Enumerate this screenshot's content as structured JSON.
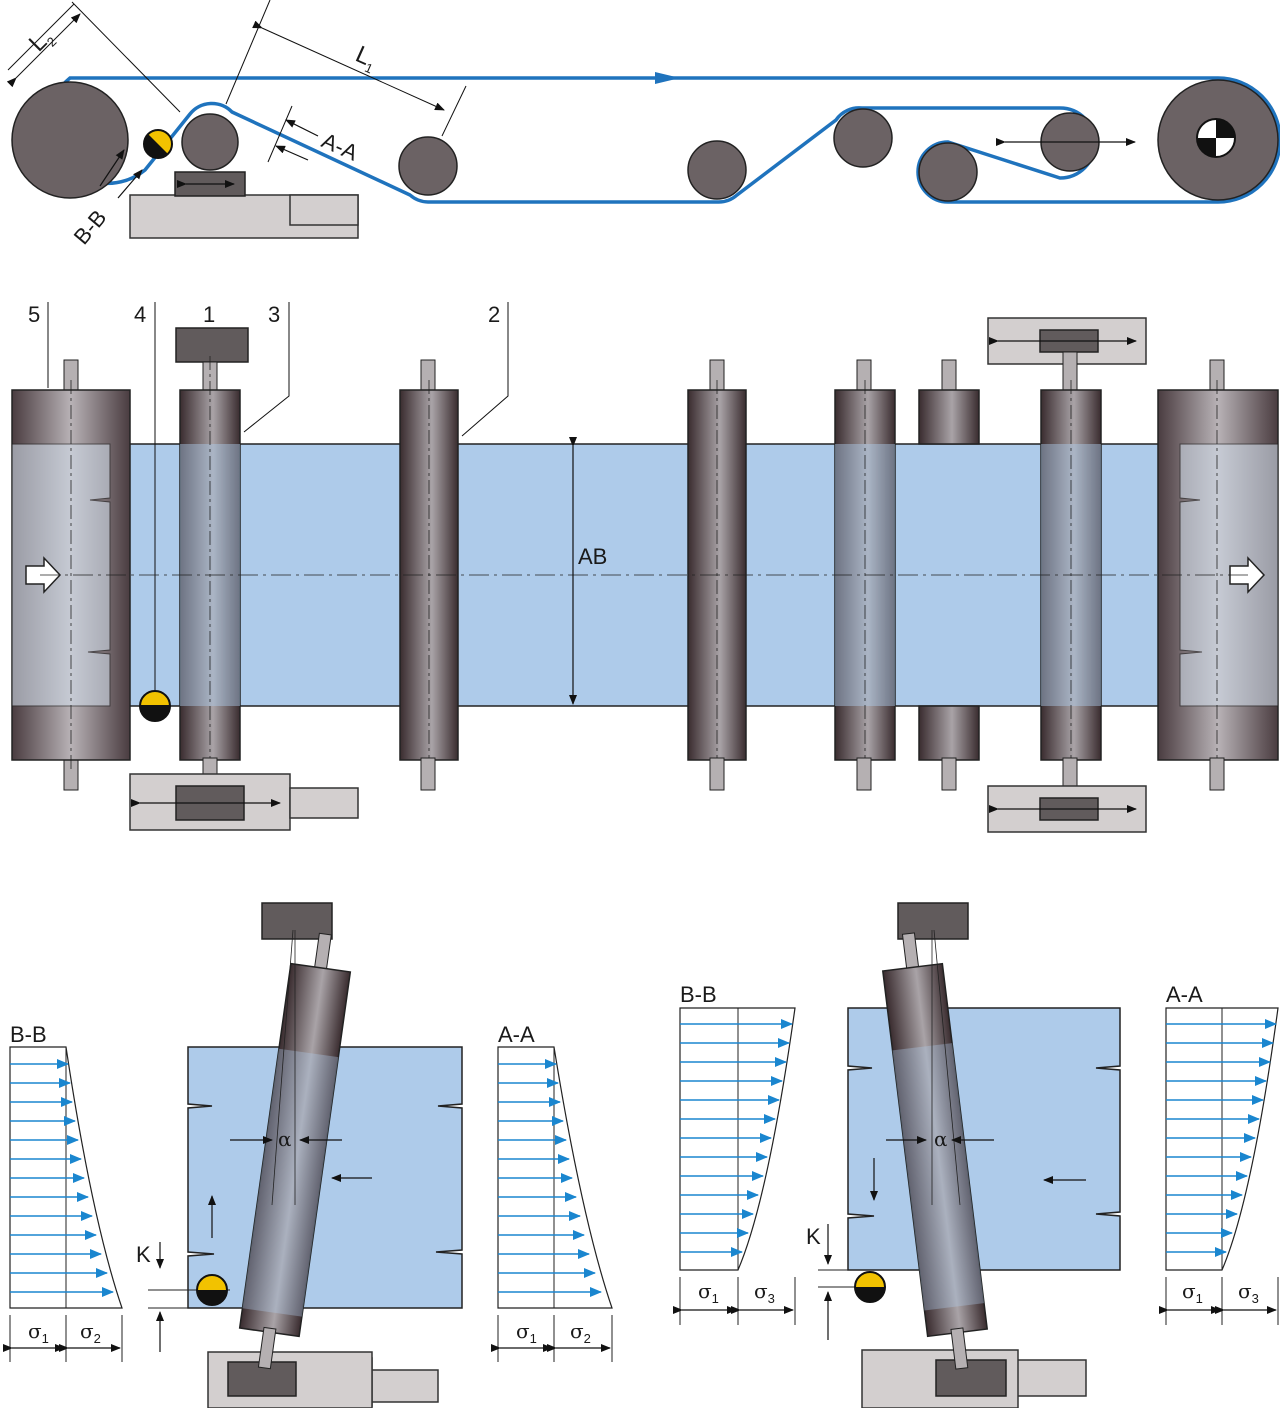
{
  "colors": {
    "web": "#aecbea",
    "belt": "#1f73bd",
    "roller_dark": "#3a2c2f",
    "roller_light": "#a7a1a5",
    "frame": "#d3cfcf",
    "block": "#615b5c",
    "sensor": "#f2c200",
    "arrow": "#1a86cf"
  },
  "top_view": {
    "l2": "L",
    "l2_sub": "2",
    "l1": "L",
    "l1_sub": "1",
    "section_aa": "A-A",
    "section_bb": "B-B"
  },
  "plan_view": {
    "callout_5": "5",
    "callout_4": "4",
    "callout_1": "1",
    "callout_3": "3",
    "callout_2": "2",
    "width_label": "AB"
  },
  "left_detail": {
    "bb_title": "B-B",
    "aa_title": "A-A",
    "alpha": "α",
    "k": "K",
    "bb_s1": "σ",
    "bb_s1_sub": "1",
    "bb_s2": "σ",
    "bb_s2_sub": "2",
    "aa_s1": "σ",
    "aa_s1_sub": "1",
    "aa_s2": "σ",
    "aa_s2_sub": "2"
  },
  "right_detail": {
    "bb_title": "B-B",
    "aa_title": "A-A",
    "alpha": "α",
    "k": "K",
    "bb_s1": "σ",
    "bb_s1_sub": "1",
    "bb_s3": "σ",
    "bb_s3_sub": "3",
    "aa_s1": "σ",
    "aa_s1_sub": "1",
    "aa_s3": "σ",
    "aa_s3_sub": "3"
  }
}
